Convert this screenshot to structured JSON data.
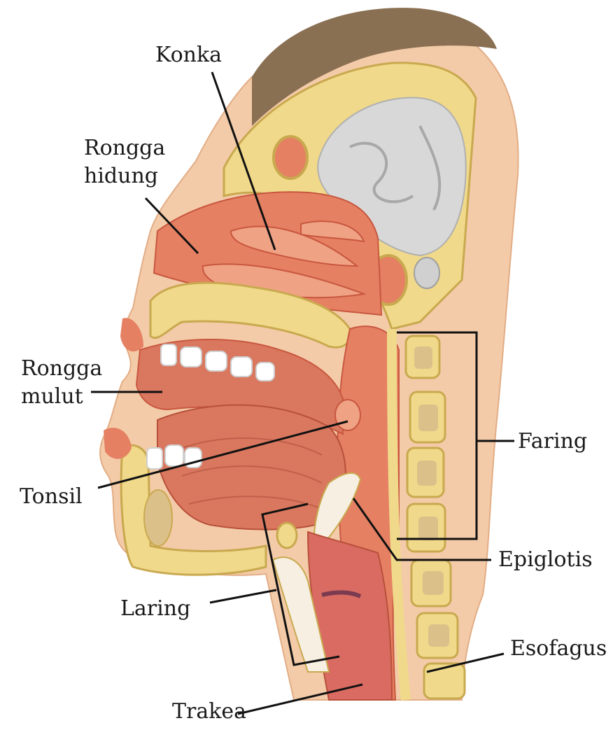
{
  "labels": {
    "konka": "Konka",
    "rongga_hidung_1": "Rongga",
    "rongga_hidung_2": "hidung",
    "rongga_mulut_1": "Rongga",
    "rongga_mulut_2": "mulut",
    "tonsil": "Tonsil",
    "laring": "Laring",
    "trakea": "Trakea",
    "faring": "Faring",
    "epiglotis": "Epiglotis",
    "esofagus": "Esofagus"
  },
  "colors": {
    "skin": "#f3cba8",
    "skin_shade": "#e9b48c",
    "hair": "#8a7052",
    "bone": "#f0d98a",
    "bone_dark": "#c9a94f",
    "bone_marrow": "#dcc08a",
    "brain": "#d8d8d8",
    "tissue": "#e58063",
    "tissue_light": "#f0a284",
    "tissue_dark": "#c8573f",
    "muscle": "#d9785f",
    "leader": "#111111"
  }
}
